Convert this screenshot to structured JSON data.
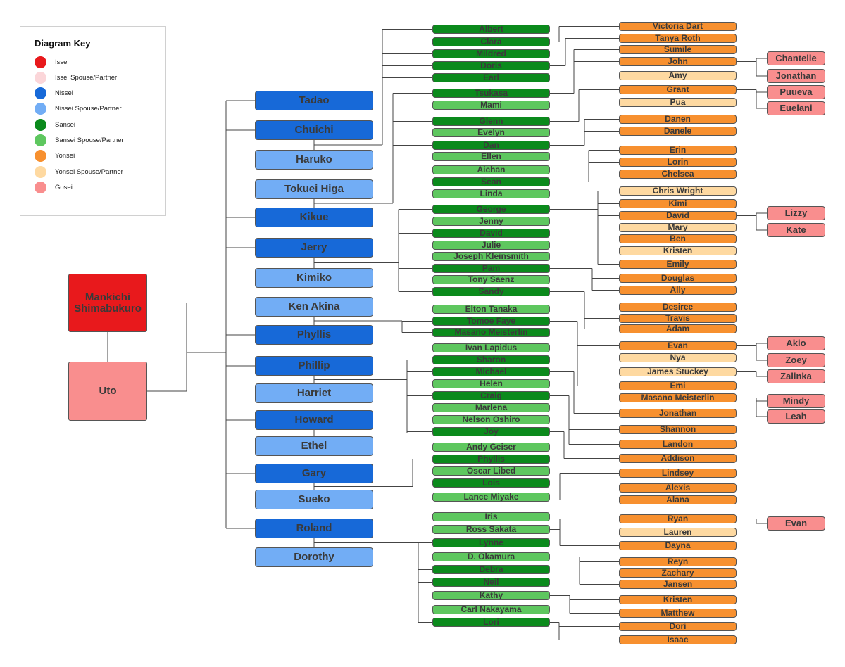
{
  "key": {
    "title": "Diagram Key",
    "items": [
      {
        "label": "Issei",
        "color": "#e8191c"
      },
      {
        "label": "Issei Spouse/Partner",
        "color": "#fbd6d9"
      },
      {
        "label": "Nissei",
        "color": "#1769d8"
      },
      {
        "label": "Nissei Spouse/Partner",
        "color": "#72adf5"
      },
      {
        "label": "Sansei",
        "color": "#0b8a1c"
      },
      {
        "label": "Sansei Spouse/Partner",
        "color": "#5ec75f"
      },
      {
        "label": "Yonsei",
        "color": "#f7902f"
      },
      {
        "label": "Yonsei Spouse/Partner",
        "color": "#fed9a1"
      },
      {
        "label": "Gosei",
        "color": "#f98e8e"
      }
    ]
  },
  "issei": [
    {
      "name": "Mankichi Shimabukuro",
      "type": "Issei"
    },
    {
      "name": "Uto",
      "type": "Gosei"
    }
  ],
  "nissei": [
    {
      "name": "Tadao",
      "type": "Nissei"
    },
    {
      "name": "Chuichi",
      "type": "Nissei"
    },
    {
      "name": "Haruko",
      "type": "Nissei Spouse/Partner"
    },
    {
      "name": "Tokuei Higa",
      "type": "Nissei Spouse/Partner"
    },
    {
      "name": "Kikue",
      "type": "Nissei"
    },
    {
      "name": "Jerry",
      "type": "Nissei"
    },
    {
      "name": "Kimiko",
      "type": "Nissei Spouse/Partner"
    },
    {
      "name": "Ken Akina",
      "type": "Nissei Spouse/Partner"
    },
    {
      "name": "Phyllis",
      "type": "Nissei"
    },
    {
      "name": "Phillip",
      "type": "Nissei"
    },
    {
      "name": "Harriet",
      "type": "Nissei Spouse/Partner"
    },
    {
      "name": "Howard",
      "type": "Nissei"
    },
    {
      "name": "Ethel",
      "type": "Nissei Spouse/Partner"
    },
    {
      "name": "Gary",
      "type": "Nissei"
    },
    {
      "name": "Sueko",
      "type": "Nissei Spouse/Partner"
    },
    {
      "name": "Roland",
      "type": "Nissei"
    },
    {
      "name": "Dorothy",
      "type": "Nissei Spouse/Partner"
    }
  ],
  "sansei": [
    {
      "name": "Albert",
      "type": "Sansei"
    },
    {
      "name": "Clara",
      "type": "Sansei"
    },
    {
      "name": "Mildred",
      "type": "Sansei"
    },
    {
      "name": "Doris",
      "type": "Sansei"
    },
    {
      "name": "Earl",
      "type": "Sansei"
    },
    {
      "name": "Tsukasa",
      "type": "Sansei"
    },
    {
      "name": "Mami",
      "type": "Sansei Spouse/Partner"
    },
    {
      "name": "Glenn",
      "type": "Sansei"
    },
    {
      "name": "Evelyn",
      "type": "Sansei Spouse/Partner"
    },
    {
      "name": "Dan",
      "type": "Sansei"
    },
    {
      "name": "Ellen",
      "type": "Sansei Spouse/Partner"
    },
    {
      "name": "Aichan",
      "type": "Sansei Spouse/Partner"
    },
    {
      "name": "Sean",
      "type": "Sansei"
    },
    {
      "name": "Linda",
      "type": "Sansei Spouse/Partner"
    },
    {
      "name": "George",
      "type": "Sansei"
    },
    {
      "name": "Jenny",
      "type": "Sansei Spouse/Partner"
    },
    {
      "name": "David",
      "type": "Sansei"
    },
    {
      "name": "Julie",
      "type": "Sansei Spouse/Partner"
    },
    {
      "name": "Joseph Kleinsmith",
      "type": "Sansei Spouse/Partner"
    },
    {
      "name": "Pam",
      "type": "Sansei"
    },
    {
      "name": "Tony Saenz",
      "type": "Sansei Spouse/Partner"
    },
    {
      "name": "Sandy",
      "type": "Sansei"
    },
    {
      "name": "Elton Tanaka",
      "type": "Sansei Spouse/Partner"
    },
    {
      "name": "Tomoe Faye",
      "type": "Sansei"
    },
    {
      "name": "Masano Meisterlin",
      "type": "Sansei"
    },
    {
      "name": "Ivan Lapidus",
      "type": "Sansei Spouse/Partner"
    },
    {
      "name": "Sharon",
      "type": "Sansei"
    },
    {
      "name": "Michael",
      "type": "Sansei"
    },
    {
      "name": "Helen",
      "type": "Sansei Spouse/Partner"
    },
    {
      "name": "Craig",
      "type": "Sansei"
    },
    {
      "name": "Marlena",
      "type": "Sansei Spouse/Partner"
    },
    {
      "name": "Nelson Oshiro",
      "type": "Sansei Spouse/Partner"
    },
    {
      "name": "Joy",
      "type": "Sansei"
    },
    {
      "name": "Andy Geiser",
      "type": "Sansei Spouse/Partner"
    },
    {
      "name": "Phyllis",
      "type": "Sansei"
    },
    {
      "name": "Oscar Libed",
      "type": "Sansei Spouse/Partner"
    },
    {
      "name": "Lois",
      "type": "Sansei"
    },
    {
      "name": "Lance Miyake",
      "type": "Sansei Spouse/Partner"
    },
    {
      "name": "Iris",
      "type": "Sansei Spouse/Partner"
    },
    {
      "name": "Ross Sakata",
      "type": "Sansei Spouse/Partner"
    },
    {
      "name": "Lynne",
      "type": "Sansei"
    },
    {
      "name": "D. Okamura",
      "type": "Sansei Spouse/Partner"
    },
    {
      "name": "Debra",
      "type": "Sansei"
    },
    {
      "name": "Neil",
      "type": "Sansei"
    },
    {
      "name": "Kathy",
      "type": "Sansei Spouse/Partner"
    },
    {
      "name": "Carl Nakayama",
      "type": "Sansei Spouse/Partner"
    },
    {
      "name": "Lori",
      "type": "Sansei"
    }
  ],
  "yonsei": [
    {
      "name": "Victoria Dart",
      "type": "Yonsei"
    },
    {
      "name": "Tanya Roth",
      "type": "Yonsei"
    },
    {
      "name": "Sumile",
      "type": "Yonsei"
    },
    {
      "name": "John",
      "type": "Yonsei"
    },
    {
      "name": "Amy",
      "type": "Yonsei Spouse/Partner"
    },
    {
      "name": "Grant",
      "type": "Yonsei"
    },
    {
      "name": "Pua",
      "type": "Yonsei Spouse/Partner"
    },
    {
      "name": "Danen",
      "type": "Yonsei"
    },
    {
      "name": "Danele",
      "type": "Yonsei"
    },
    {
      "name": "Erin",
      "type": "Yonsei"
    },
    {
      "name": "Lorin",
      "type": "Yonsei"
    },
    {
      "name": "Chelsea",
      "type": "Yonsei"
    },
    {
      "name": "Chris Wright",
      "type": "Yonsei Spouse/Partner"
    },
    {
      "name": "Kimi",
      "type": "Yonsei"
    },
    {
      "name": "David",
      "type": "Yonsei"
    },
    {
      "name": "Mary",
      "type": "Yonsei Spouse/Partner"
    },
    {
      "name": "Ben",
      "type": "Yonsei"
    },
    {
      "name": "Kristen",
      "type": "Yonsei Spouse/Partner"
    },
    {
      "name": "Emily",
      "type": "Yonsei"
    },
    {
      "name": "Douglas",
      "type": "Yonsei"
    },
    {
      "name": "Ally",
      "type": "Yonsei"
    },
    {
      "name": "Desiree",
      "type": "Yonsei"
    },
    {
      "name": "Travis",
      "type": "Yonsei"
    },
    {
      "name": "Adam",
      "type": "Yonsei"
    },
    {
      "name": "Evan",
      "type": "Yonsei"
    },
    {
      "name": "Nya",
      "type": "Yonsei Spouse/Partner"
    },
    {
      "name": "James Stuckey",
      "type": "Yonsei Spouse/Partner"
    },
    {
      "name": "Emi",
      "type": "Yonsei"
    },
    {
      "name": "Masano Meisterlin",
      "type": "Yonsei"
    },
    {
      "name": "Jonathan",
      "type": "Yonsei"
    },
    {
      "name": "Shannon",
      "type": "Yonsei"
    },
    {
      "name": "Landon",
      "type": "Yonsei"
    },
    {
      "name": "Addison",
      "type": "Yonsei"
    },
    {
      "name": "Lindsey",
      "type": "Yonsei"
    },
    {
      "name": "Alexis",
      "type": "Yonsei"
    },
    {
      "name": "Alana",
      "type": "Yonsei"
    },
    {
      "name": "Ryan",
      "type": "Yonsei"
    },
    {
      "name": "Lauren",
      "type": "Yonsei Spouse/Partner"
    },
    {
      "name": "Dayna",
      "type": "Yonsei"
    },
    {
      "name": "Reyn",
      "type": "Yonsei"
    },
    {
      "name": "Zachary",
      "type": "Yonsei"
    },
    {
      "name": "Jansen",
      "type": "Yonsei"
    },
    {
      "name": "Kristen",
      "type": "Yonsei"
    },
    {
      "name": "Matthew",
      "type": "Yonsei"
    },
    {
      "name": "Dori",
      "type": "Yonsei"
    },
    {
      "name": "Isaac",
      "type": "Yonsei"
    }
  ],
  "gosei": [
    {
      "name": "Chantelle",
      "type": "Gosei"
    },
    {
      "name": "Jonathan",
      "type": "Gosei"
    },
    {
      "name": "Puueva",
      "type": "Gosei"
    },
    {
      "name": "Euelani",
      "type": "Gosei"
    },
    {
      "name": "Lizzy",
      "type": "Gosei"
    },
    {
      "name": "Kate",
      "type": "Gosei"
    },
    {
      "name": "Akio",
      "type": "Gosei"
    },
    {
      "name": "Zoey",
      "type": "Gosei"
    },
    {
      "name": "Zalinka",
      "type": "Gosei"
    },
    {
      "name": "Mindy",
      "type": "Gosei"
    },
    {
      "name": "Leah",
      "type": "Gosei"
    },
    {
      "name": "Evan",
      "type": "Gosei"
    }
  ]
}
